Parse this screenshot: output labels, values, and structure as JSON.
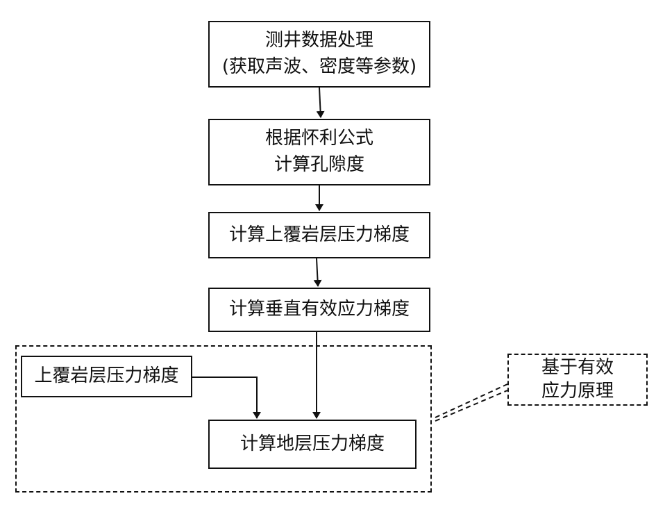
{
  "flowchart": {
    "step_1": {
      "line_1": "测井数据处理",
      "line_2": "(获取声波、密度等参数)"
    },
    "step_2": {
      "line_1": "根据怀利公式",
      "line_2": "计算孔隙度"
    },
    "step_3": {
      "label": "计算上覆岩层压力梯度"
    },
    "step_4": {
      "label": "计算垂直有效应力梯度"
    },
    "input_overburden": {
      "label": "上覆岩层压力梯度"
    },
    "result": {
      "label": "计算地层压力梯度"
    },
    "annotation": {
      "line_1": "基于有效",
      "line_2": "应力原理"
    }
  }
}
